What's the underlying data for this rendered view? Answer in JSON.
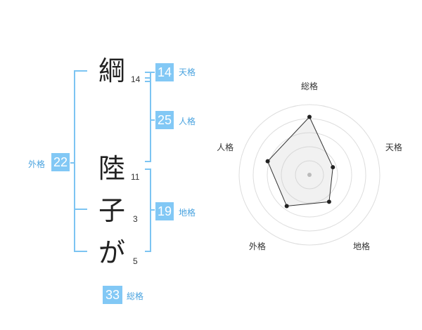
{
  "name_chars": [
    {
      "char": "綱",
      "strokes": "14"
    },
    {
      "char": "陸",
      "strokes": "11"
    },
    {
      "char": "子",
      "strokes": "3"
    },
    {
      "char": "が",
      "strokes": "5"
    }
  ],
  "badges": {
    "tenkaku": {
      "value": "14",
      "label": "天格"
    },
    "jinkaku": {
      "value": "25",
      "label": "人格"
    },
    "chikaku": {
      "value": "19",
      "label": "地格"
    },
    "gaikaku": {
      "value": "22",
      "label": "外格"
    },
    "soukaku": {
      "value": "33",
      "label": "総格"
    }
  },
  "colors": {
    "accent": "#82c8f5",
    "accent_text": "#4aa3df",
    "bracket": "#7cc4f2"
  },
  "chart_data": {
    "type": "radar",
    "axes": [
      "総格",
      "天格",
      "地格",
      "外格",
      "人格"
    ],
    "values": [
      33,
      14,
      19,
      22,
      25
    ],
    "rings": 5,
    "max": 40,
    "grid": true
  }
}
